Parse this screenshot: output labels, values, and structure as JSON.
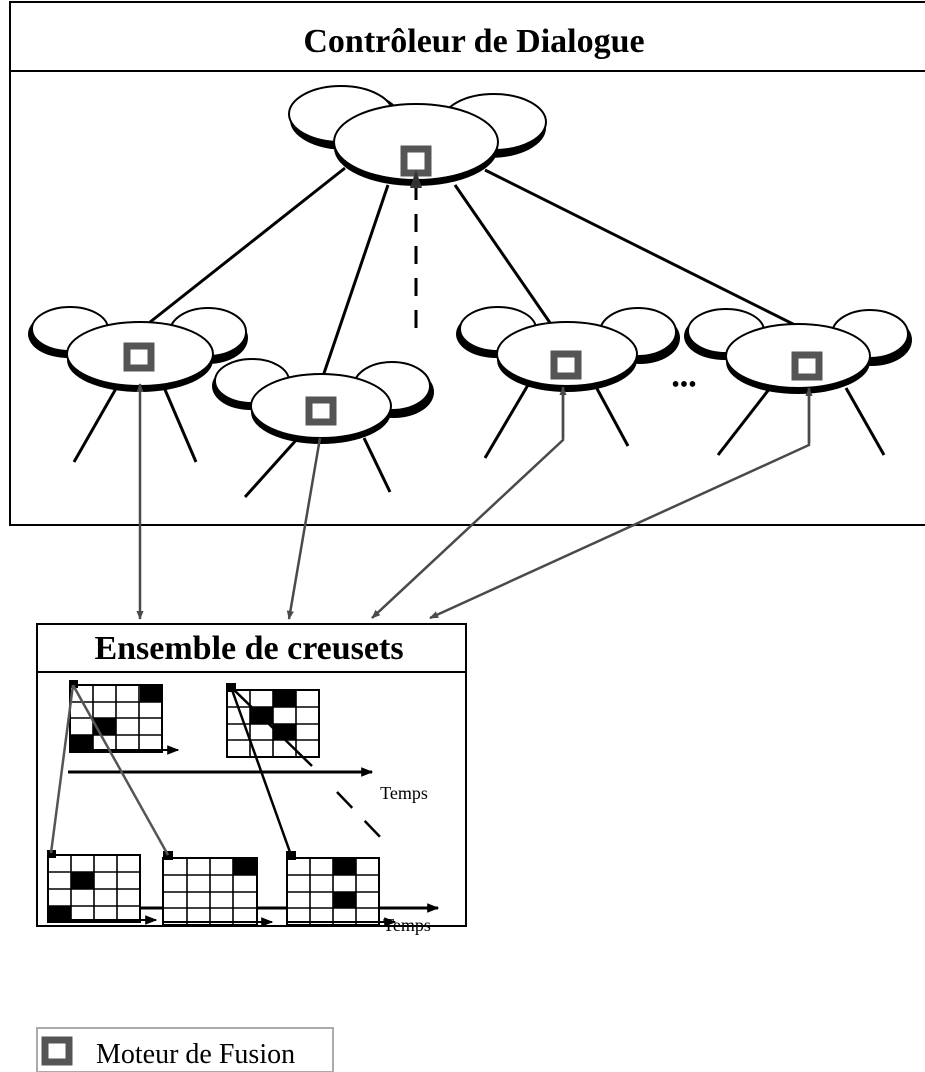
{
  "controller": {
    "title": "Contrôleur de Dialogue"
  },
  "ellipsis_label": "•••",
  "crucibles": {
    "title": "Ensemble de creusets",
    "time_label_top": "Temps",
    "time_label_bottom": "Temps"
  },
  "legend": {
    "label": "Moteur de Fusion",
    "icon": "fusion-engine-icon"
  },
  "colors": {
    "line": "#000000",
    "engine_gray": "#555555",
    "arrow_gray": "#4a4a4a"
  }
}
